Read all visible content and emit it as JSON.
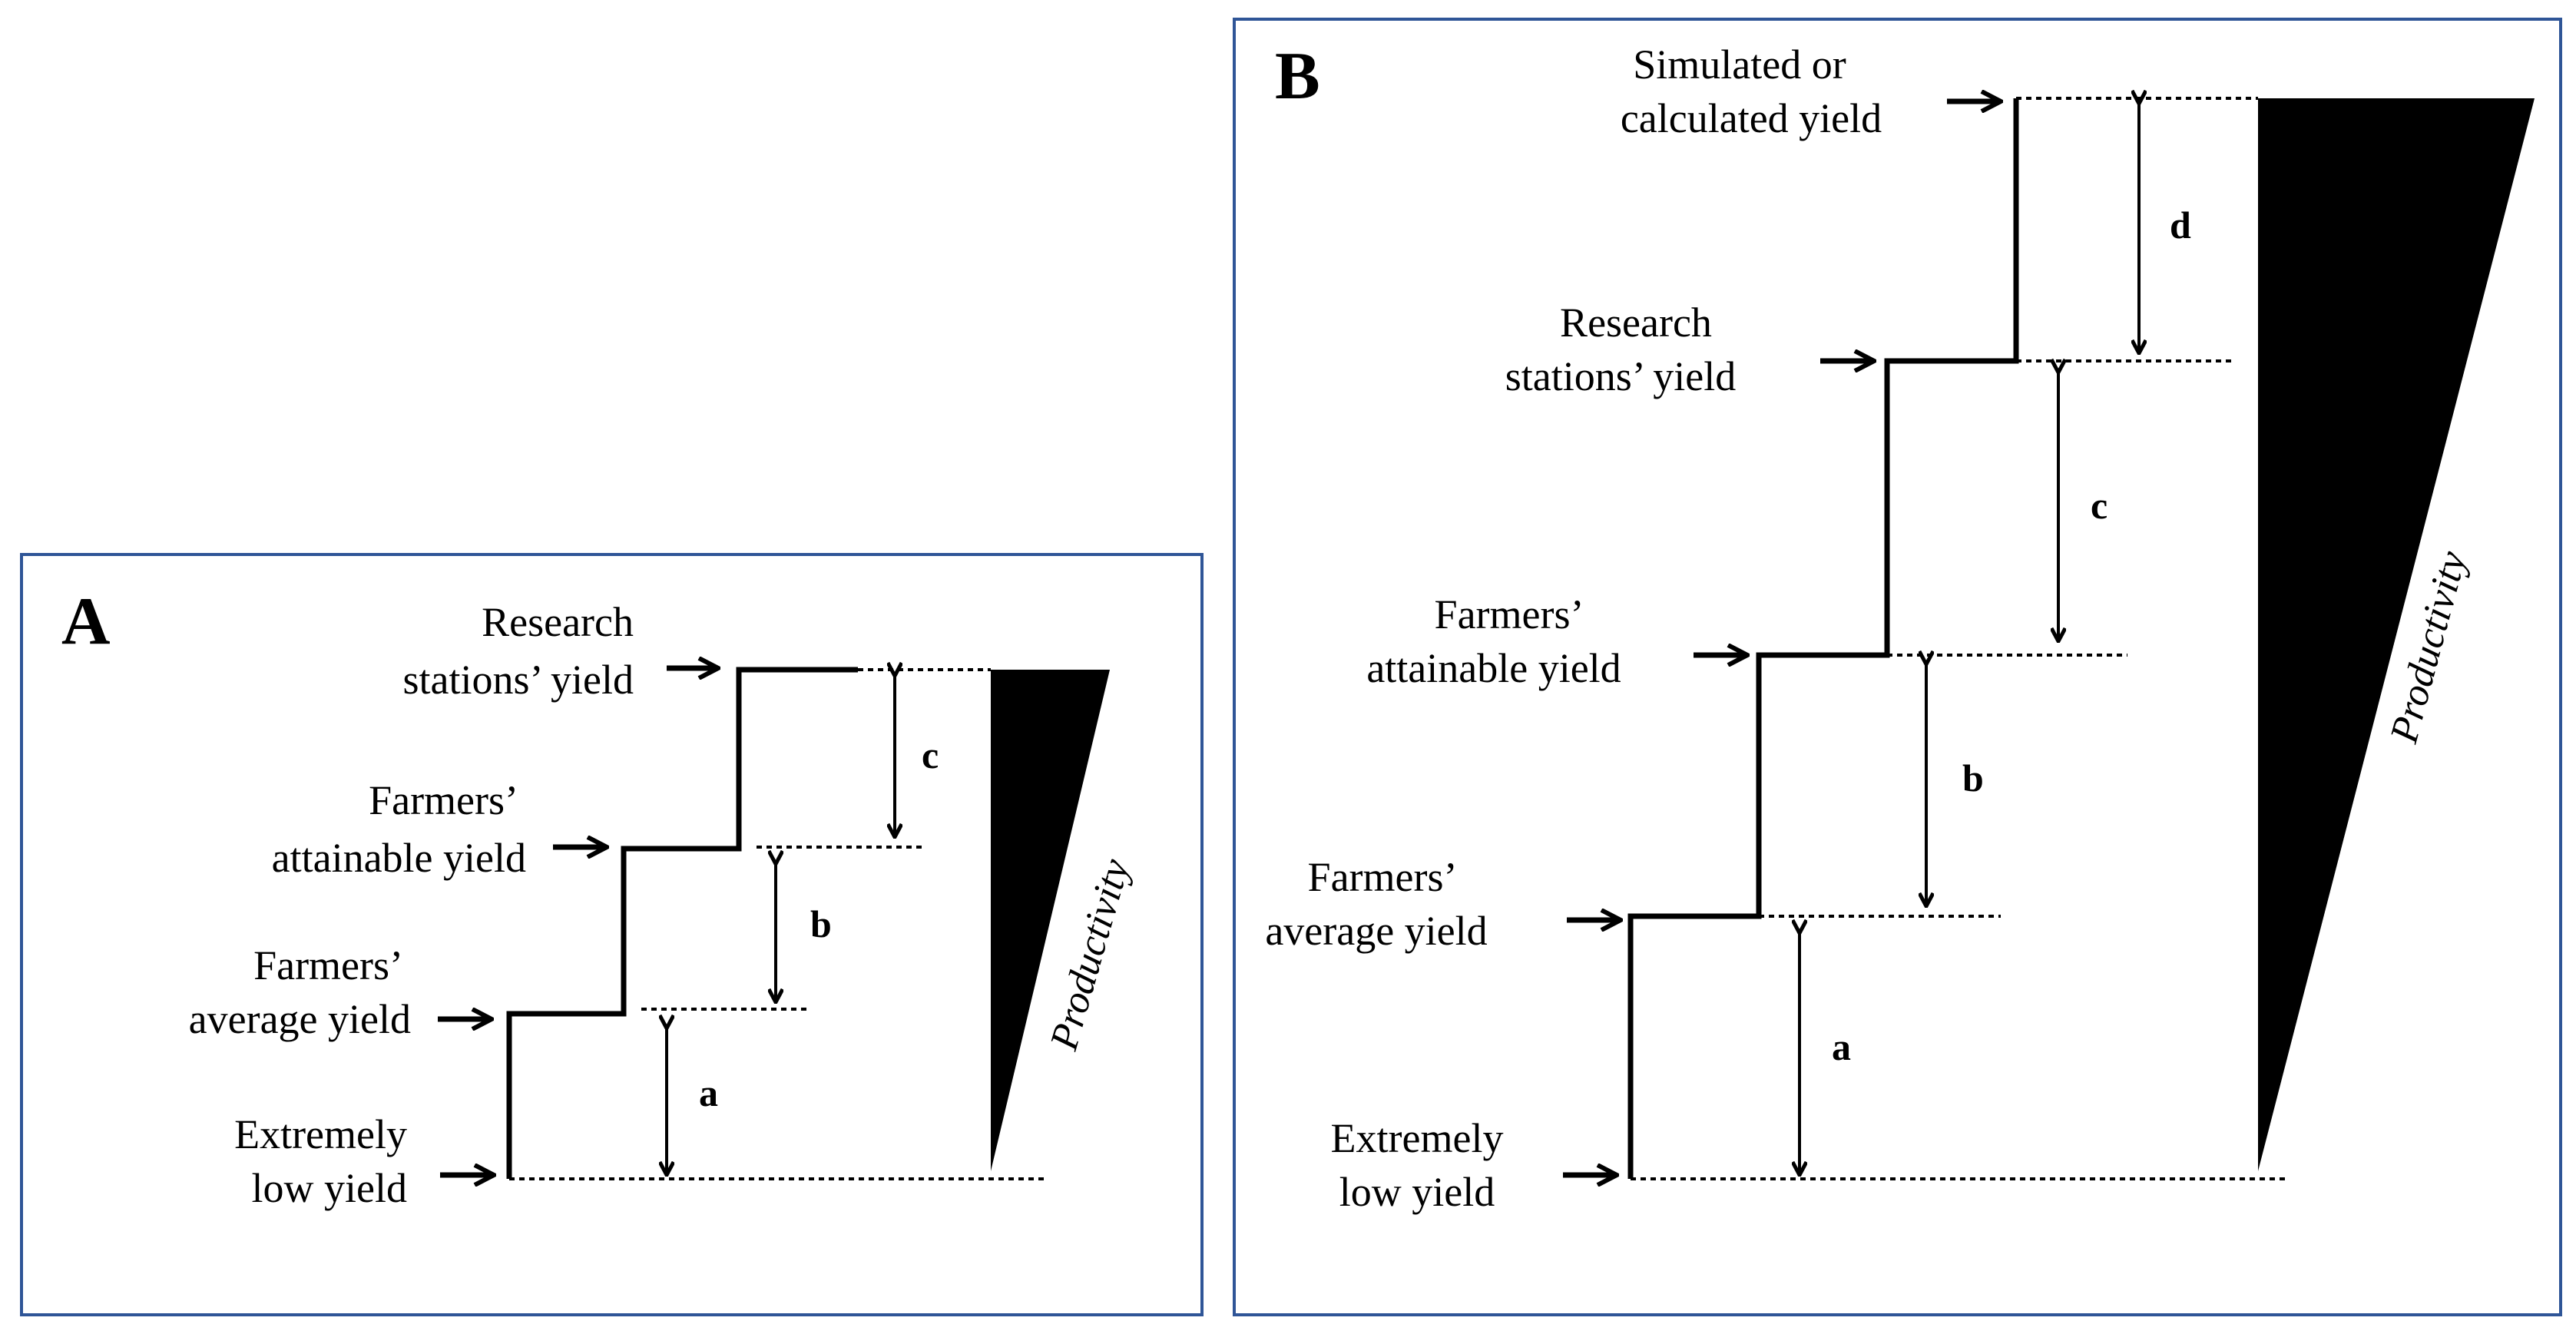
{
  "panels": {
    "A": {
      "letter": "A",
      "labels": {
        "research_1": "Research",
        "research_2": "stations’ yield",
        "attainable_1": "Farmers’",
        "attainable_2": "attainable yield",
        "average_1": "Farmers’",
        "average_2": "average yield",
        "low_1": "Extremely",
        "low_2": "low yield"
      },
      "gaps": {
        "a": "a",
        "b": "b",
        "c": "c"
      },
      "productivity": "Productivity"
    },
    "B": {
      "letter": "B",
      "labels": {
        "simulated_1": "Simulated or",
        "simulated_2": "calculated yield",
        "research_1": "Research",
        "research_2": "stations’ yield",
        "attainable_1": "Farmers’",
        "attainable_2": "attainable yield",
        "average_1": "Farmers’",
        "average_2": "average yield",
        "low_1": "Extremely",
        "low_2": "low yield"
      },
      "gaps": {
        "a": "a",
        "b": "b",
        "c": "c",
        "d": "d"
      },
      "productivity": "Productivity"
    }
  },
  "colors": {
    "frame": "#2f5597",
    "ink": "#000000"
  }
}
